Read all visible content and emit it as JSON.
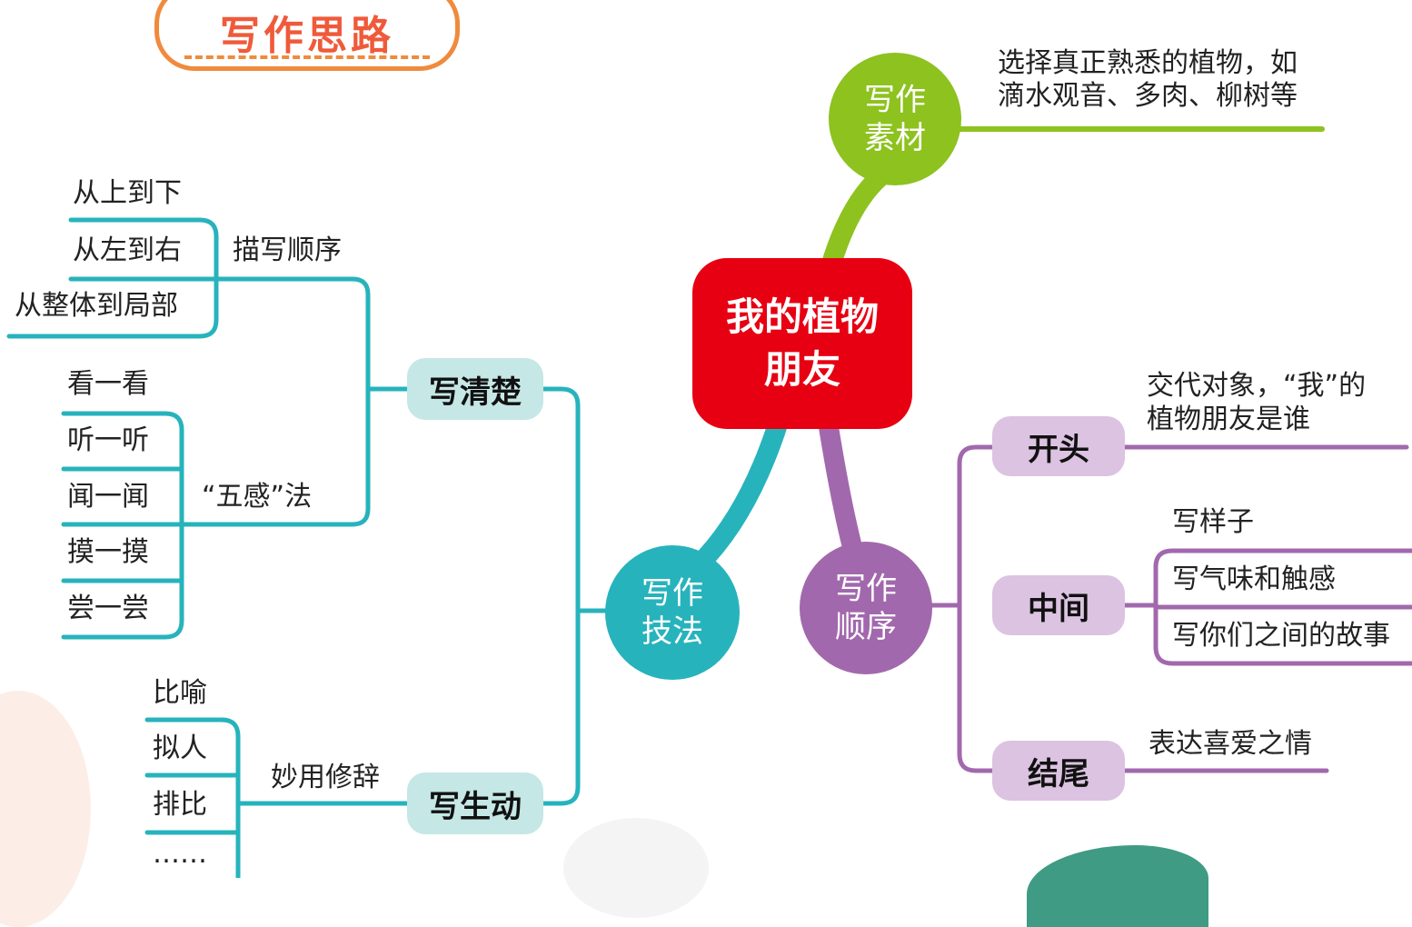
{
  "header": {
    "title": "写作思路"
  },
  "center": {
    "line1": "我的植物",
    "line2": "朋友"
  },
  "material": {
    "label1": "写作",
    "label2": "素材",
    "desc1": "选择真正熟悉的植物，如",
    "desc2": "滴水观音、多肉、柳树等"
  },
  "technique": {
    "label1": "写作",
    "label2": "技法",
    "clear": {
      "label": "写清楚",
      "order": {
        "label": "描写顺序",
        "items": [
          "从上到下",
          "从左到右",
          "从整体到局部"
        ]
      },
      "senses": {
        "label": "“五感”法",
        "items": [
          "看一看",
          "听一听",
          "闻一闻",
          "摸一摸",
          "尝一尝"
        ]
      }
    },
    "vivid": {
      "label": "写生动",
      "rhetoric": {
        "label": "妙用修辞",
        "items": [
          "比喻",
          "拟人",
          "排比",
          "……"
        ]
      }
    }
  },
  "sequence": {
    "label1": "写作",
    "label2": "顺序",
    "start": {
      "label": "开头",
      "desc1": "交代对象，“我”的",
      "desc2": "植物朋友是谁"
    },
    "middle": {
      "label": "中间",
      "items": [
        "写样子",
        "写气味和触感",
        "写你们之间的故事"
      ]
    },
    "end": {
      "label": "结尾",
      "desc": "表达喜爱之情"
    }
  },
  "colors": {
    "center": "#e60012",
    "green": "#8dc21f",
    "teal": "#27b3bc",
    "teal_pill": "#c5e7e6",
    "purple": "#a268ad",
    "purple_pill": "#dbc3e1",
    "title": "#ef5a3a"
  }
}
